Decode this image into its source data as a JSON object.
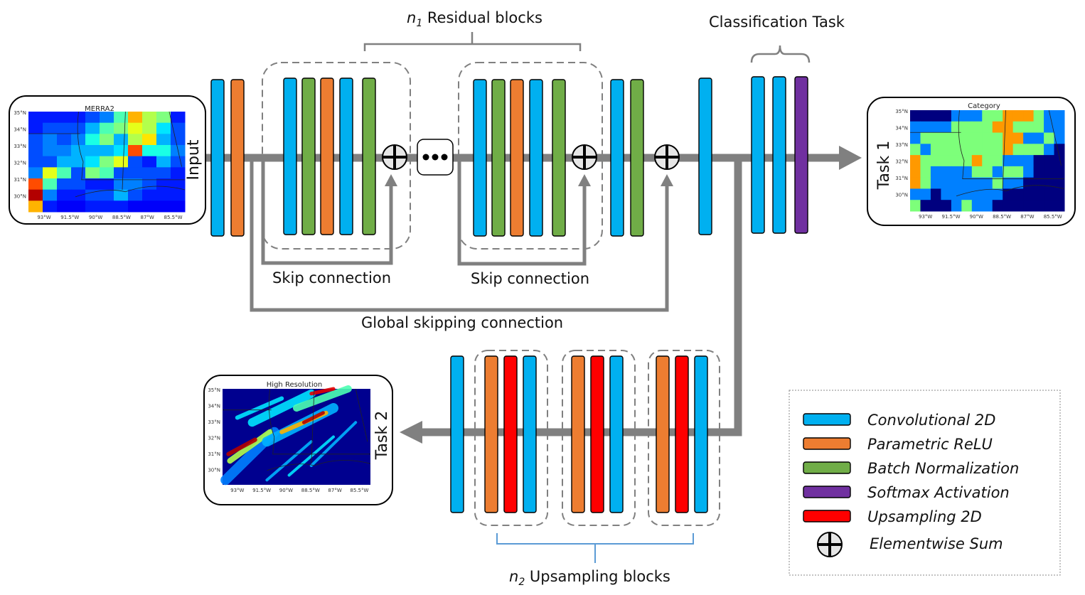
{
  "colors": {
    "conv2d": "#00b0f0",
    "prelu": "#ed7d31",
    "batchnorm": "#70ad47",
    "softmax": "#7030a0",
    "upsampling": "#ff0000",
    "connector": "#808080",
    "upsample_brace": "#5b9bd5"
  },
  "labels": {
    "residual_blocks_prefix": "n",
    "residual_blocks_sub": "1",
    "residual_blocks_text": " Residual blocks",
    "classification_task": "Classification Task",
    "skip_connection_1": "Skip connection",
    "skip_connection_2": "Skip connection",
    "global_skip": "Global skipping connection",
    "upsampling_blocks_prefix": "n",
    "upsampling_blocks_sub": "2",
    "upsampling_blocks_text": " Upsampling blocks",
    "input": "Input",
    "task1": "Task 1",
    "task2": "Task 2"
  },
  "maps": {
    "input": {
      "title": "MERRA2"
    },
    "task1": {
      "title": "Category"
    },
    "task2": {
      "title": "High Resolution"
    },
    "lat_ticks": [
      "35°N",
      "34°N",
      "33°N",
      "32°N",
      "31°N",
      "30°N"
    ],
    "lon_ticks": [
      "93°W",
      "91.5°W",
      "90°W",
      "88.5°W",
      "87°W",
      "85.5°W"
    ]
  },
  "main_path_layers": [
    "conv2d",
    "prelu"
  ],
  "residual_block_layers": [
    "conv2d",
    "batchnorm",
    "prelu",
    "conv2d",
    "batchnorm"
  ],
  "post_residual_layers": [
    "conv2d",
    "batchnorm"
  ],
  "shared_layer": [
    "conv2d"
  ],
  "classification_layers": [
    "conv2d",
    "conv2d",
    "softmax"
  ],
  "upsampling_block_layers": [
    "prelu",
    "upsampling",
    "conv2d"
  ],
  "upsampling_head_layer": [
    "conv2d"
  ],
  "legend": [
    {
      "key": "conv2d",
      "label": "Convolutional 2D"
    },
    {
      "key": "prelu",
      "label": "Parametric ReLU"
    },
    {
      "key": "batchnorm",
      "label": "Batch Normalization"
    },
    {
      "key": "softmax",
      "label": "Softmax Activation"
    },
    {
      "key": "upsampling",
      "label": "Upsampling 2D"
    },
    {
      "key": "sum",
      "label": "Elementwise Sum"
    }
  ],
  "ellipsis": "•••"
}
